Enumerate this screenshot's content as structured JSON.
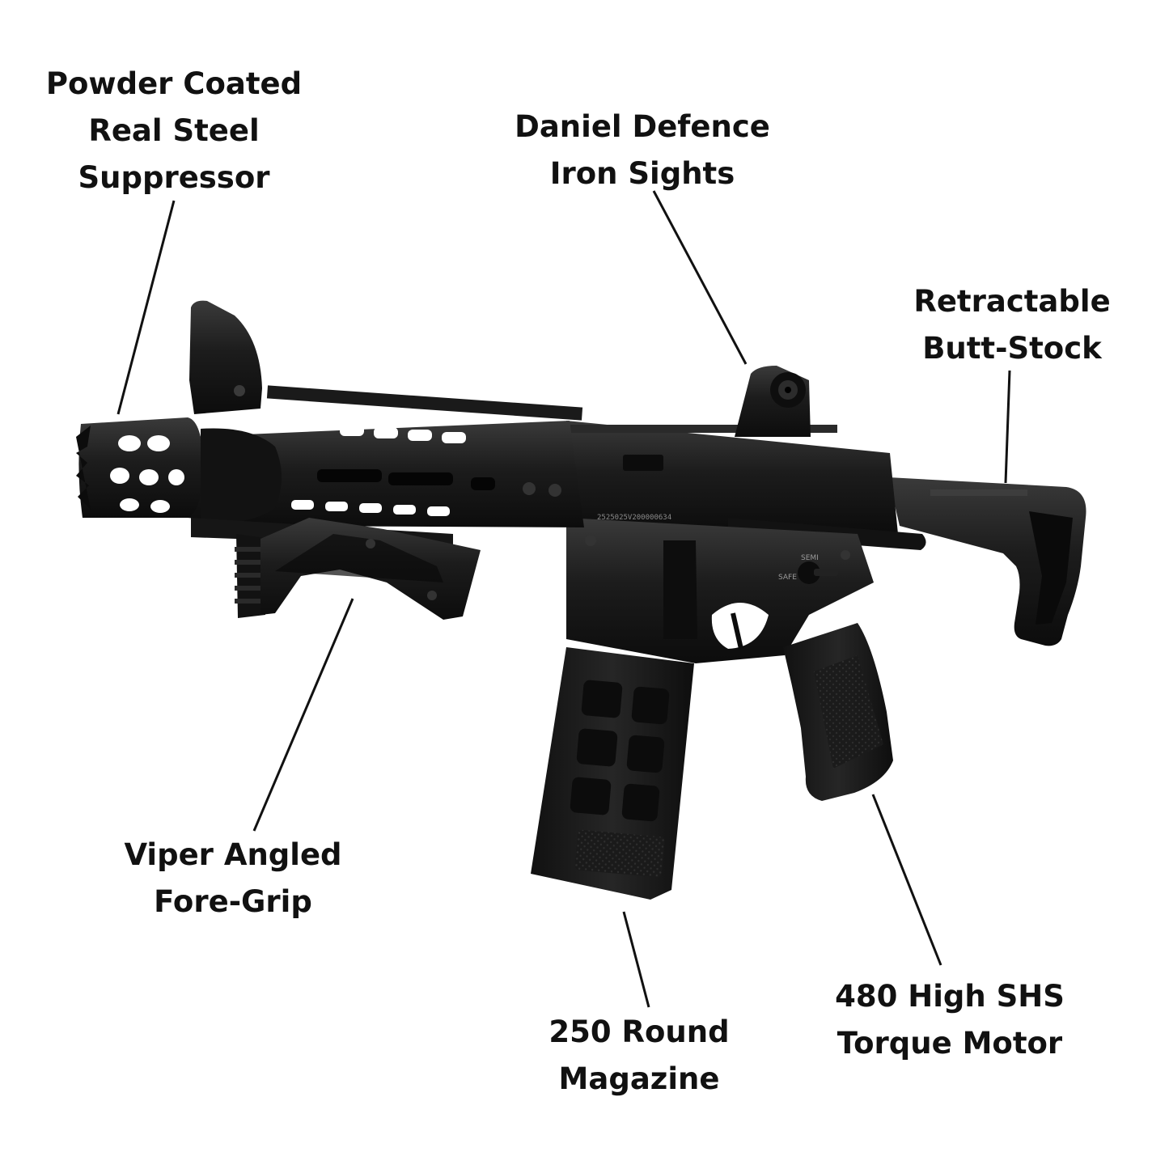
{
  "labels": {
    "suppressor": [
      "Powder Coated",
      "Real Steel",
      "Suppressor"
    ],
    "sights": [
      "Daniel Defence",
      "Iron Sights"
    ],
    "stock": [
      "Retractable",
      "Butt-Stock"
    ],
    "foregrip": [
      "Viper Angled",
      "Fore-Grip"
    ],
    "magazine": [
      "250 Round",
      "Magazine"
    ],
    "motor": [
      "480 High SHS",
      "Torque Motor"
    ]
  },
  "engraving": {
    "serial": "2525025V200000634",
    "selector_semi": "SEMI",
    "selector_safe": "SAFE"
  },
  "colors": {
    "background": "#ffffff",
    "text": "#111111",
    "body": "#1c1c1c",
    "body_dark": "#0c0c0c",
    "body_highlight": "#3a3a3a"
  }
}
